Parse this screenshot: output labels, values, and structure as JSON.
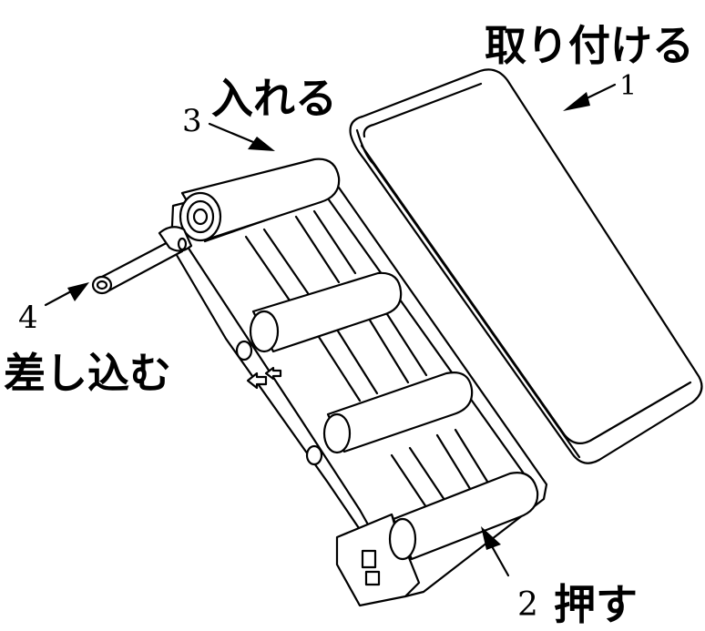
{
  "steps": [
    {
      "number": "1",
      "label": "取り付ける"
    },
    {
      "number": "2",
      "label": "押す"
    },
    {
      "number": "3",
      "label": "入れる"
    },
    {
      "number": "4",
      "label": "差し込む"
    }
  ]
}
